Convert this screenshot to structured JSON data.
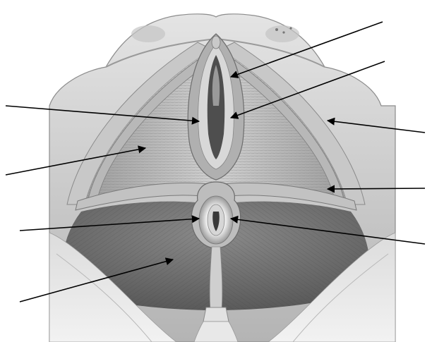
{
  "figure": {
    "subject": "pelvic-floor-muscles-inferior-view",
    "style": "grayscale-anatomical-illustration",
    "colors": {
      "background": "#ffffff",
      "bone": "#d6d6d6",
      "bone_shadow": "#9a9a9a",
      "muscle_light": "#cfcfcf",
      "muscle_mid": "#a8a8a8",
      "muscle_dark": "#6e6e6e",
      "fascia": "#e8e8e8",
      "pointer": "#000000"
    }
  },
  "pointers": [
    {
      "id": "pointer-left-1",
      "side": "left"
    },
    {
      "id": "pointer-left-2",
      "side": "left"
    },
    {
      "id": "pointer-left-3",
      "side": "left"
    },
    {
      "id": "pointer-left-4",
      "side": "left"
    },
    {
      "id": "pointer-right-1",
      "side": "right"
    },
    {
      "id": "pointer-right-2",
      "side": "right"
    },
    {
      "id": "pointer-right-3",
      "side": "right"
    },
    {
      "id": "pointer-right-4",
      "side": "right"
    },
    {
      "id": "pointer-right-5",
      "side": "right"
    }
  ]
}
